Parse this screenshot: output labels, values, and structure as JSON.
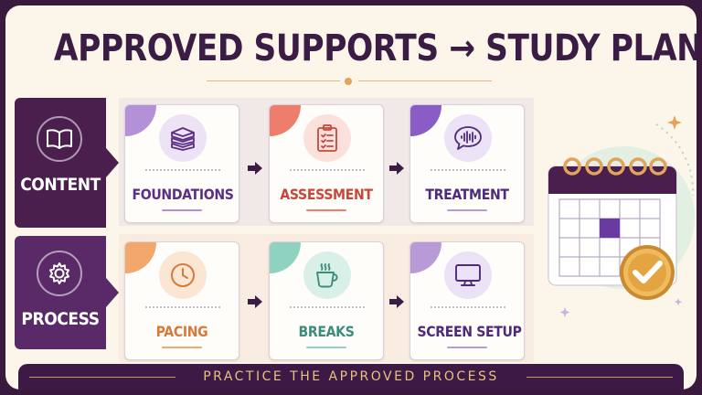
{
  "title": "APPROVED SUPPORTS → STUDY PLAN",
  "rows": [
    {
      "label": "CONTENT",
      "icon": "open-book-icon",
      "cards": [
        {
          "label": "FOUNDATIONS",
          "icon": "stacked-books-icon",
          "color": "#5b2f83",
          "accent": "#b390d8"
        },
        {
          "label": "ASSESSMENT",
          "icon": "clipboard-checklist-icon",
          "color": "#c9473a",
          "accent": "#ef7d6c"
        },
        {
          "label": "TREATMENT",
          "icon": "speech-bubble-waveform-icon",
          "color": "#4e2a7a",
          "accent": "#8a5cc6"
        }
      ]
    },
    {
      "label": "PROCESS",
      "icon": "gear-icon",
      "cards": [
        {
          "label": "PACING",
          "icon": "clock-icon",
          "color": "#d67a3a",
          "accent": "#f2a86b"
        },
        {
          "label": "BREAKS",
          "icon": "coffee-cup-icon",
          "color": "#3d8c7c",
          "accent": "#8fd2c0"
        },
        {
          "label": "SCREEN SETUP",
          "icon": "monitor-icon",
          "color": "#4e2a7a",
          "accent": "#b79ad6"
        }
      ]
    }
  ],
  "illustration": "calendar-checkmark-icon",
  "footer": "PRACTICE THE APPROVED PROCESS"
}
